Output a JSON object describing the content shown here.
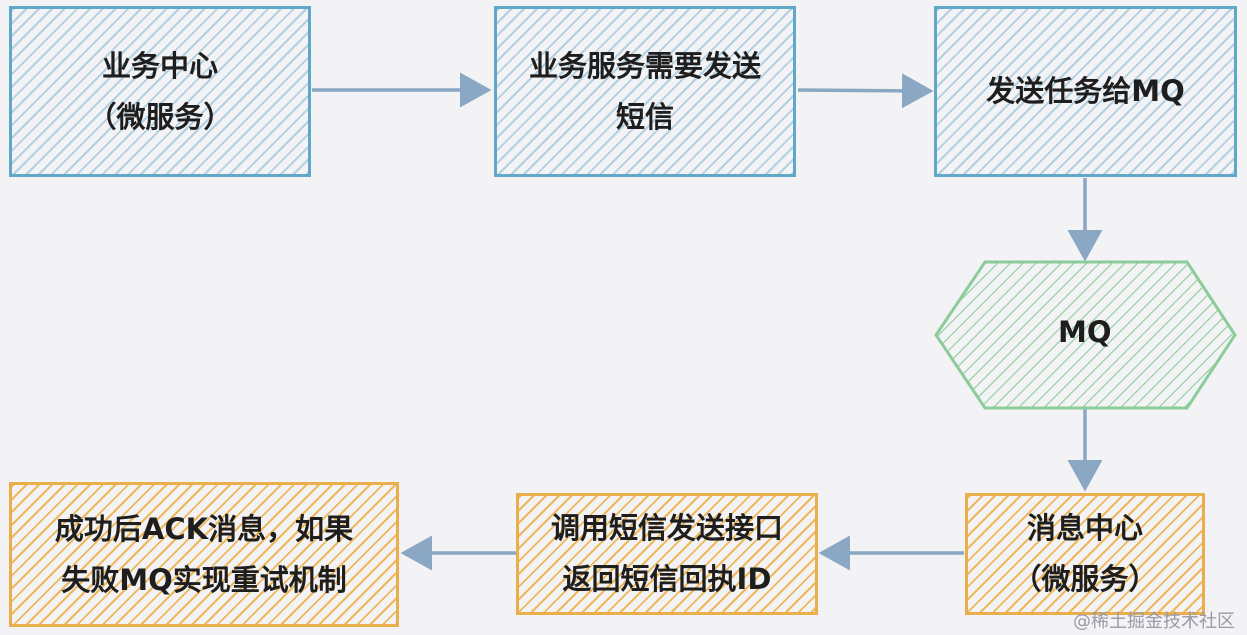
{
  "diagram": {
    "boxes": {
      "business_center": "业务中心\n（微服务）",
      "send_sms": "业务服务需要发送\n短信",
      "send_task_mq": "发送任务给MQ",
      "message_center": "消息中心\n（微服务）",
      "call_sms_api": "调用短信发送接口\n返回短信回执ID",
      "ack_retry": "成功后ACK消息，如果\n失败MQ实现重试机制"
    },
    "mq_label": "MQ",
    "colors": {
      "blue_stroke": "#5fa8c8",
      "orange_stroke": "#eaae4c",
      "green_stroke": "#8ccc9b",
      "arrow": "#8aa8c4"
    }
  },
  "watermark": "@稀土掘金技术社区"
}
